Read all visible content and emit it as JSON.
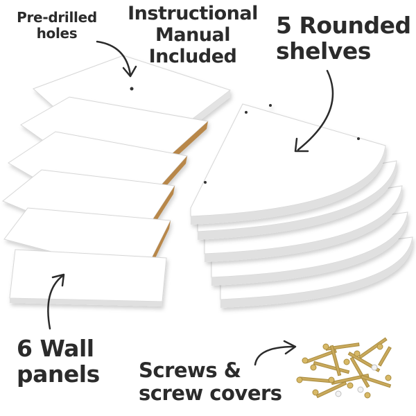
{
  "callouts": {
    "predrilled": [
      "Pre-drilled",
      "holes"
    ],
    "manual": [
      "Instructional",
      "Manual",
      "Included"
    ],
    "shelves": [
      "5 Rounded",
      "shelves"
    ],
    "panels": [
      "6 Wall",
      "panels"
    ],
    "screws": [
      "Screws &",
      "screw covers"
    ]
  },
  "colors": {
    "text": "#2b2b2b",
    "panel_face": "#ffffff",
    "panel_edge": "#d9d9d9",
    "chipboard_edge": "#b8874a",
    "screw": "#c9a95c"
  },
  "counts": {
    "wall_panels": 6,
    "rounded_shelves": 5
  }
}
